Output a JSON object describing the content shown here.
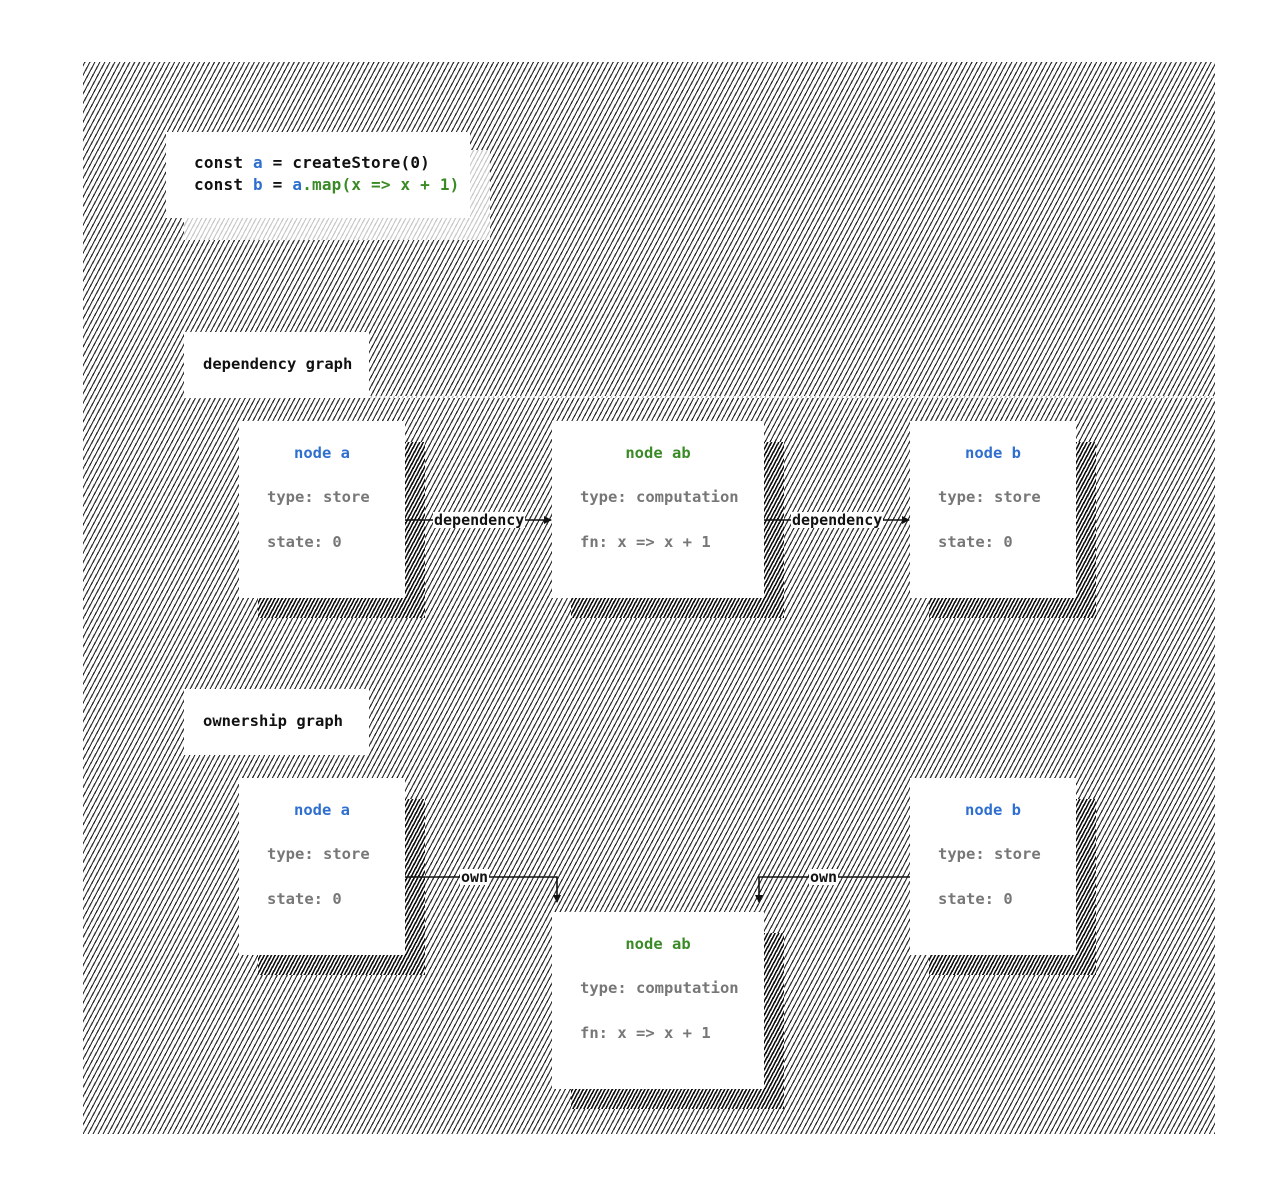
{
  "code": {
    "line1": {
      "keyword": "const ",
      "var": "a",
      "rest": " = createStore(0)"
    },
    "line2": {
      "keyword": "const ",
      "var": "b",
      "eq": " = ",
      "ref": "a",
      "call": ".map(x => x + 1)"
    }
  },
  "dependency_graph": {
    "label": "dependency graph",
    "nodes": [
      {
        "title": "node a",
        "line1": "type: store",
        "line2": "state: 0"
      },
      {
        "title": "node ab",
        "line1": "type: computation",
        "line2": "fn: x => x + 1"
      },
      {
        "title": "node b",
        "line1": "type: store",
        "line2": "state: 0"
      }
    ],
    "edges": [
      {
        "label": "dependency",
        "from": "node a",
        "to": "node ab"
      },
      {
        "label": "dependency",
        "from": "node ab",
        "to": "node b"
      }
    ]
  },
  "ownership_graph": {
    "label": "ownership graph",
    "nodes": [
      {
        "title": "node a",
        "line1": "type: store",
        "line2": "state: 0"
      },
      {
        "title": "node ab",
        "line1": "type: computation",
        "line2": "fn: x => x + 1"
      },
      {
        "title": "node b",
        "line1": "type: store",
        "line2": "state: 0"
      }
    ],
    "edges": [
      {
        "label": "own",
        "from": "node a",
        "to": "node ab"
      },
      {
        "label": "own",
        "from": "node b",
        "to": "node ab"
      }
    ]
  },
  "colors": {
    "store_title": "#2f6fd0",
    "computation_title": "#3a8a26",
    "detail_text": "#777777",
    "hatch": "#2f2f2f"
  }
}
